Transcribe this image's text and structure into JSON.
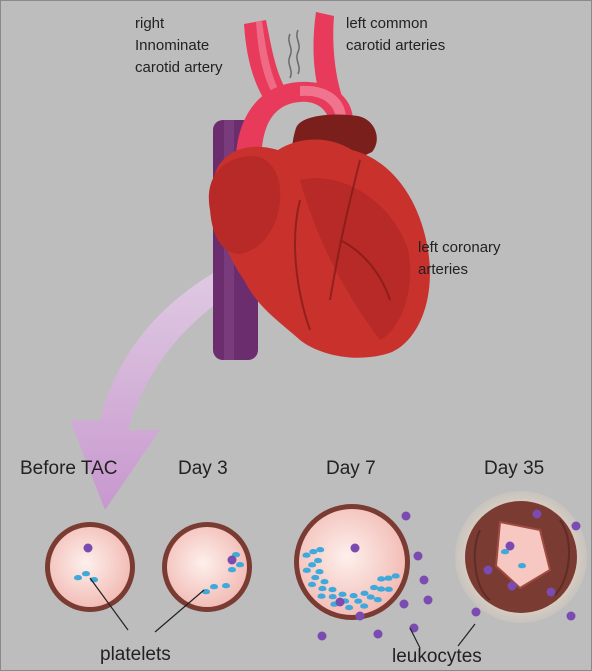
{
  "anatomy_labels": {
    "right_artery": [
      "right",
      "Innominate",
      "carotid artery"
    ],
    "left_carotid": [
      "left common",
      "carotid arteries"
    ],
    "left_coronary": [
      "left coronary",
      "arteries"
    ]
  },
  "stages": [
    {
      "label": "Before TAC",
      "platelets": 3,
      "leukocytes_inside": 1,
      "leukocytes_outside": 0
    },
    {
      "label": "Day 3",
      "platelets": 6,
      "leukocytes_inside": 1,
      "leukocytes_outside": 0
    },
    {
      "label": "Day 7",
      "platelets": 30,
      "leukocytes_inside": 1,
      "leukocytes_outside": 10
    },
    {
      "label": "Day 35",
      "platelets": 2,
      "leukocytes_inside": 5,
      "leukocytes_outside": 3
    }
  ],
  "bottom_labels": {
    "platelets": "platelets",
    "leukocytes": "leukocytes"
  },
  "colors": {
    "background": "#bdbdbd",
    "lumen": "#f9d6d0",
    "vessel_wall": "#7a3b32",
    "platelet": "#3fa9dc",
    "leukocyte": "#7a4bb0",
    "heart": "#c9312c",
    "artery": "#e83a5b",
    "vein": "#6b2d6e",
    "arrow": "#d7b5dc"
  }
}
